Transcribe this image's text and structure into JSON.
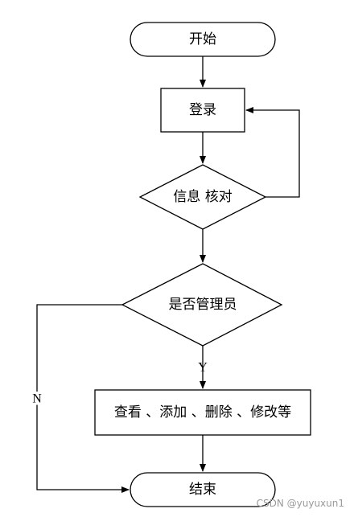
{
  "nodes": {
    "start": {
      "label": "开始"
    },
    "login": {
      "label": "登录"
    },
    "verify": {
      "label": "信息 核对"
    },
    "is_admin": {
      "label": "是否管理员"
    },
    "operations": {
      "label": "查看 、添加 、删除 、修改等"
    },
    "end": {
      "label": "结束"
    }
  },
  "edges": {
    "yes": {
      "label": "Y"
    },
    "no": {
      "label": "N"
    }
  },
  "watermark": "CSDN @yuyuxun1"
}
